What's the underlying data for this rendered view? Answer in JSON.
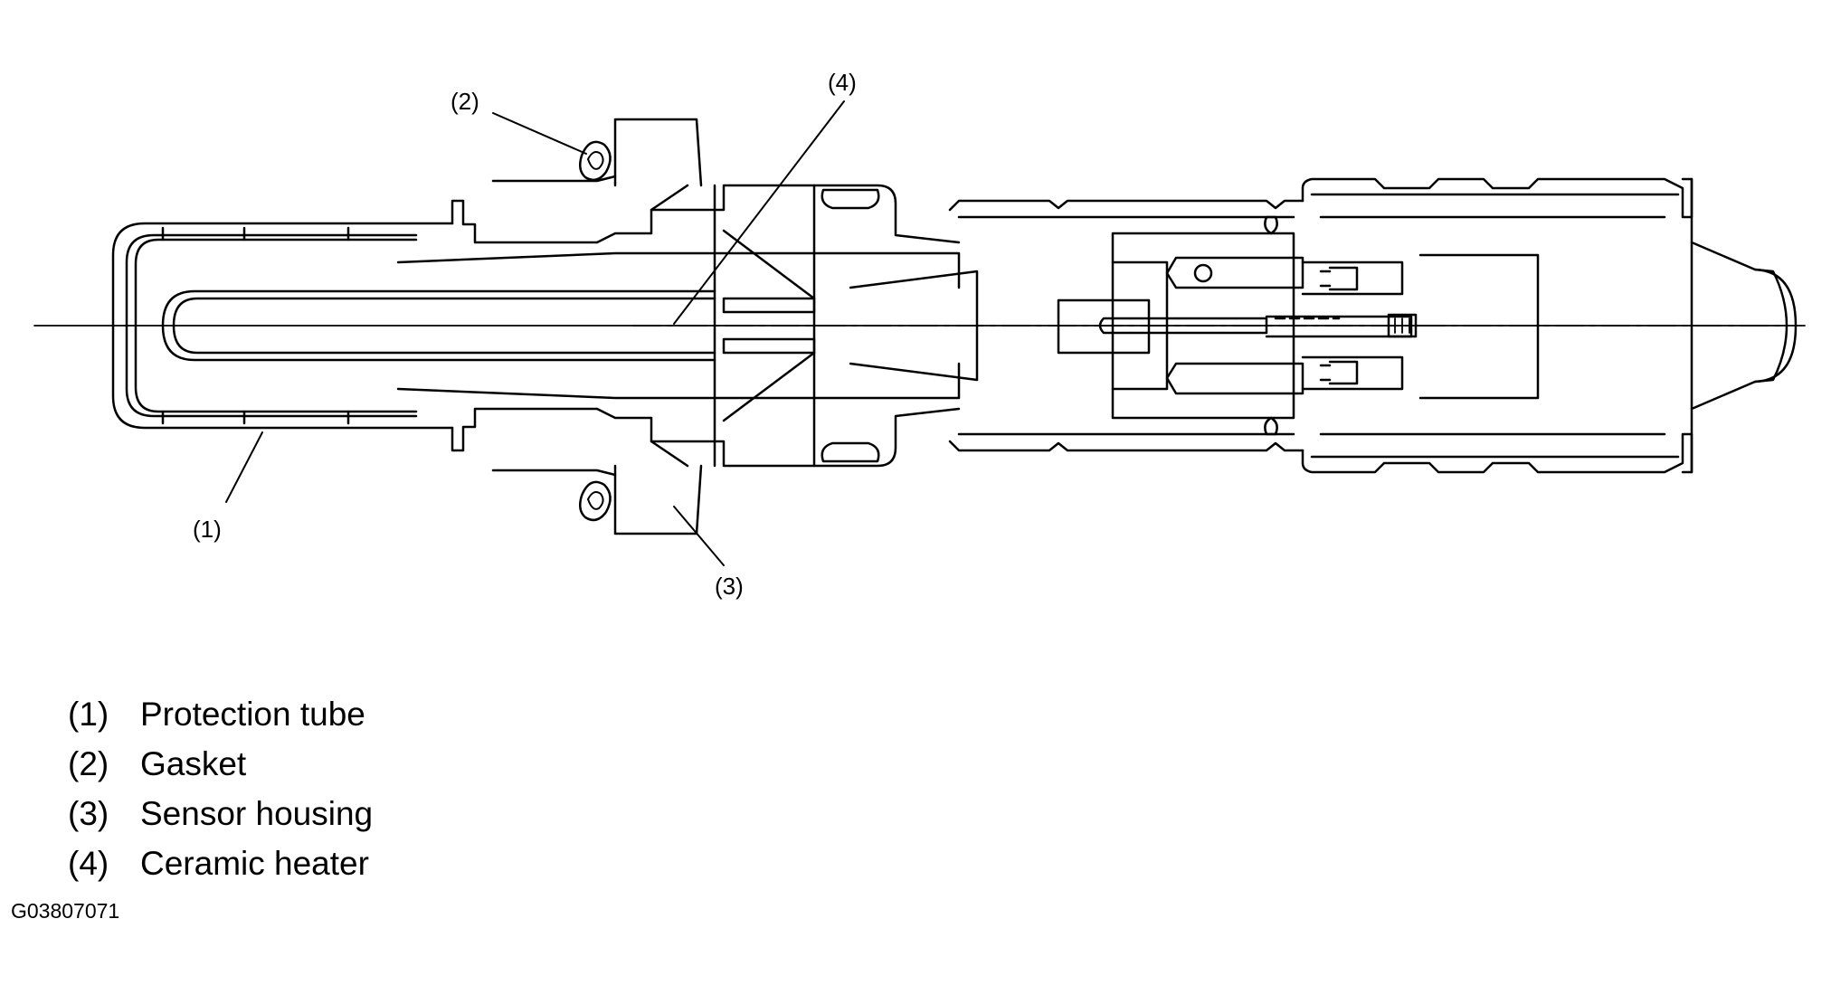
{
  "callouts": {
    "c1": "(1)",
    "c2": "(2)",
    "c3": "(3)",
    "c4": "(4)"
  },
  "legend": [
    {
      "number": "(1)",
      "label": "Protection tube"
    },
    {
      "number": "(2)",
      "label": "Gasket"
    },
    {
      "number": "(3)",
      "label": "Sensor housing"
    },
    {
      "number": "(4)",
      "label": "Ceramic heater"
    }
  ],
  "figure_id": "G03807071"
}
